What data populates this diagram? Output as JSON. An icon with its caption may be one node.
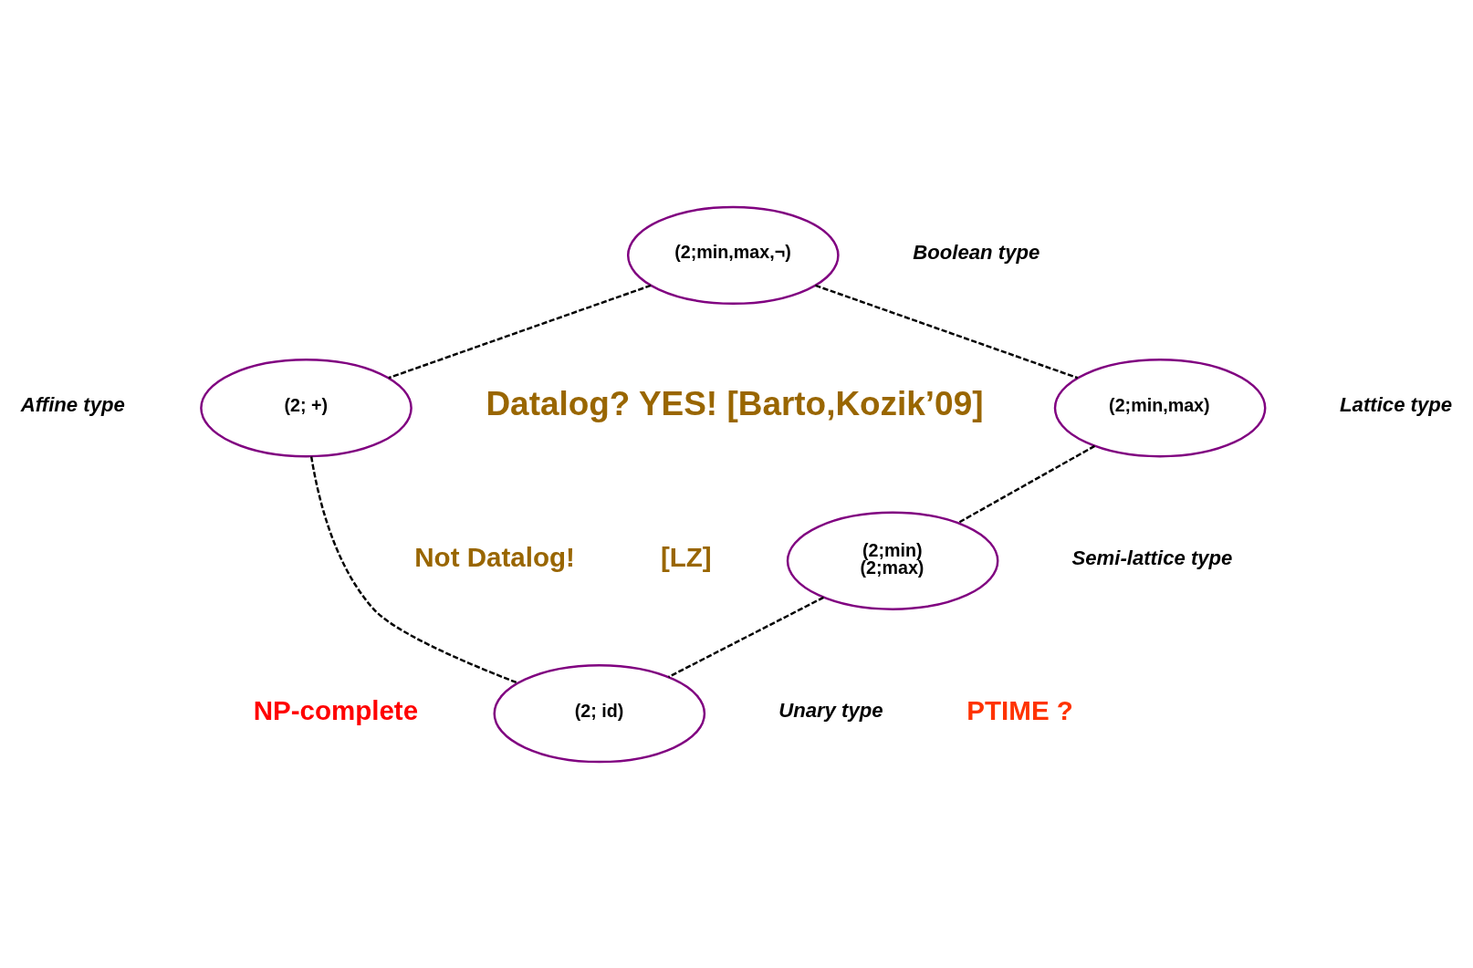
{
  "diagram": {
    "nodes": [
      {
        "text": [
          "(2;min,max,¬)"
        ],
        "beside": [
          "Boolean type"
        ]
      },
      {
        "text": [
          "(2;min,max)"
        ],
        "beside": [
          "Lattice type"
        ]
      },
      {
        "text": [
          "(2; +)"
        ],
        "beside": [
          "Affine type"
        ]
      },
      {
        "text": [
          "(2;min)",
          "(2;max)"
        ],
        "beside": [
          "Semi-lattice type"
        ]
      },
      {
        "text": [
          "(2; id)"
        ],
        "beside": [
          "Unary type"
        ]
      }
    ],
    "edges": [
      {
        "from": 0,
        "to": 2,
        "arrow": "none",
        "style": "dashed"
      },
      {
        "from": 0,
        "to": 1,
        "arrow": "none",
        "style": "dashed"
      },
      {
        "from": 1,
        "to": 3,
        "arrow": "none",
        "style": "dashed"
      },
      {
        "from": 2,
        "to": 4,
        "arrow": "none",
        "style": "dashed"
      },
      {
        "from": 3,
        "to": 4,
        "arrow": "none",
        "style": "dashed"
      }
    ],
    "labels": [
      "Datalog? YES! [Barto,Kozik’09]",
      "Not Datalog!",
      "[LZ]",
      "NP-complete",
      "PTIME ?"
    ]
  }
}
